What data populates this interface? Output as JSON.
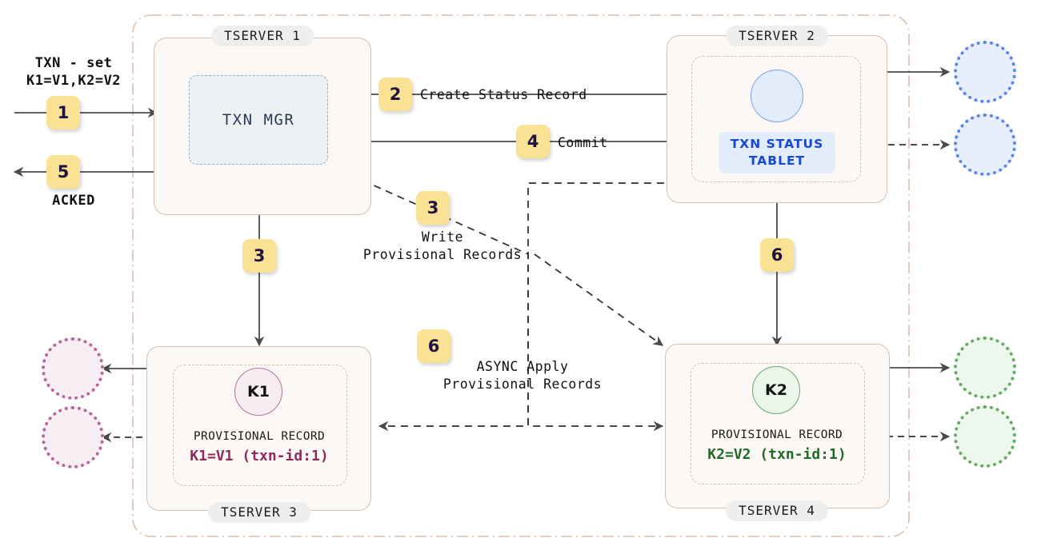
{
  "diagram": {
    "title_absent": true,
    "outer_region": {
      "name": "cluster-boundary",
      "style": "dash-dot"
    },
    "left_flow": {
      "request_line1": "TXN - set",
      "request_line2": "K1=V1,K2=V2",
      "ack_label": "ACKED"
    },
    "nodes": [
      {
        "id": "tserver1",
        "label": "TSERVER 1",
        "inner_label": "TXN MGR"
      },
      {
        "id": "tserver2",
        "label": "TSERVER 2",
        "tablet_label_line1": "TXN STATUS",
        "tablet_label_line2": "TABLET"
      },
      {
        "id": "tserver3",
        "label": "TSERVER 3",
        "key": "K1",
        "record_title": "PROVISIONAL RECORD",
        "record_value": "K1=V1 (txn-id:1)"
      },
      {
        "id": "tserver4",
        "label": "TSERVER 4",
        "key": "K2",
        "record_title": "PROVISIONAL RECORD",
        "record_value": "K2=V2 (txn-id:1)"
      }
    ],
    "steps": [
      {
        "num": "1",
        "label": ""
      },
      {
        "num": "2",
        "label": "Create Status Record"
      },
      {
        "num": "3",
        "label_line1": "Write",
        "label_line2": "Provisional Records"
      },
      {
        "num": "3",
        "label": ""
      },
      {
        "num": "4",
        "label": "Commit"
      },
      {
        "num": "5",
        "label": "ACKED"
      },
      {
        "num": "6",
        "label_line1": "ASYNC Apply",
        "label_line2": "Provisional Records"
      },
      {
        "num": "6",
        "label": ""
      }
    ],
    "step_badges": {
      "b1": "1",
      "b2": "2",
      "b3a": "3",
      "b3b": "3",
      "b4": "4",
      "b5": "5",
      "b6a": "6",
      "b6b": "6"
    },
    "step_texts": {
      "create_status_record": "Create Status Record",
      "commit": "Commit",
      "write_provisional_1": "Write",
      "write_provisional_2": "Provisional Records",
      "async_apply_1": "ASYNC Apply",
      "async_apply_2": "Provisional Records"
    },
    "colors": {
      "badge_bg": "#f9e294",
      "badge_text": "#20123f",
      "tserver_border": "#d8bfae",
      "tserver_bg": "#fbf8f5",
      "txnmgr_border": "#93aecd",
      "txnmgr_bg": "#eef1f4",
      "status_blue": "#1747d6",
      "k1_pink": "#8e2a5c",
      "k2_green": "#1f6b27",
      "line": "#4a4a4a"
    }
  }
}
